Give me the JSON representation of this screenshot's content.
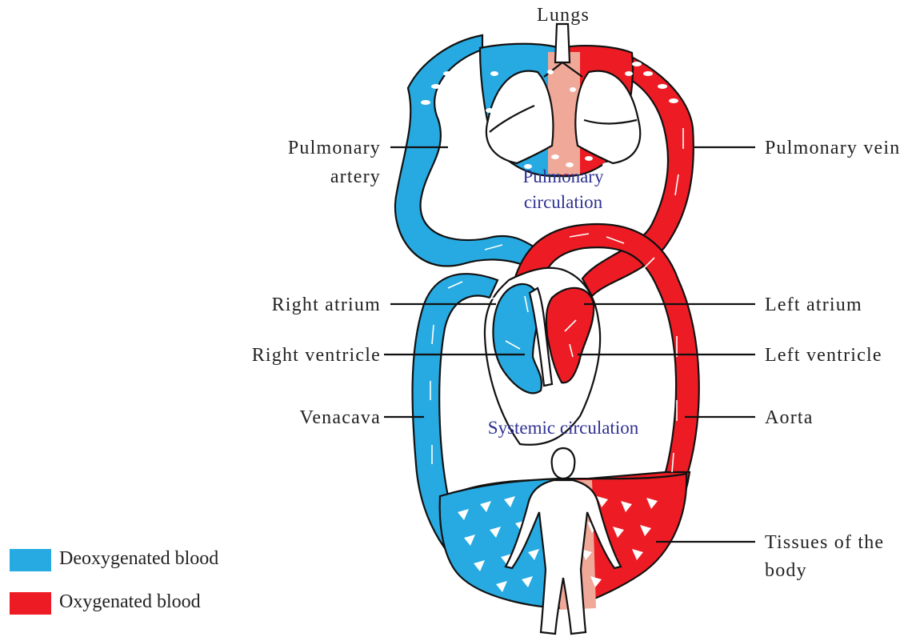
{
  "labels": {
    "lungs": "Lungs",
    "pulmonary_artery_1": "Pulmonary",
    "pulmonary_artery_2": "artery",
    "pulmonary_vein": "Pulmonary vein",
    "right_atrium": "Right atrium",
    "right_ventricle": "Right ventricle",
    "venacava": "Venacava",
    "left_atrium": "Left atrium",
    "left_ventricle": "Left ventricle",
    "aorta": "Aorta",
    "tissues_1": "Tissues of the",
    "tissues_2": "body"
  },
  "circulation": {
    "pulmonary_1": "Pulmonary",
    "pulmonary_2": "circulation",
    "systemic": "Systemic circulation"
  },
  "legend": {
    "deoxygenated": "Deoxygenated blood",
    "oxygenated": "Oxygenated blood"
  },
  "colors": {
    "deoxygenated": "#27aae1",
    "oxygenated": "#ed1c24",
    "mixed": "#f0a898",
    "label_circulation": "#2e3192"
  }
}
